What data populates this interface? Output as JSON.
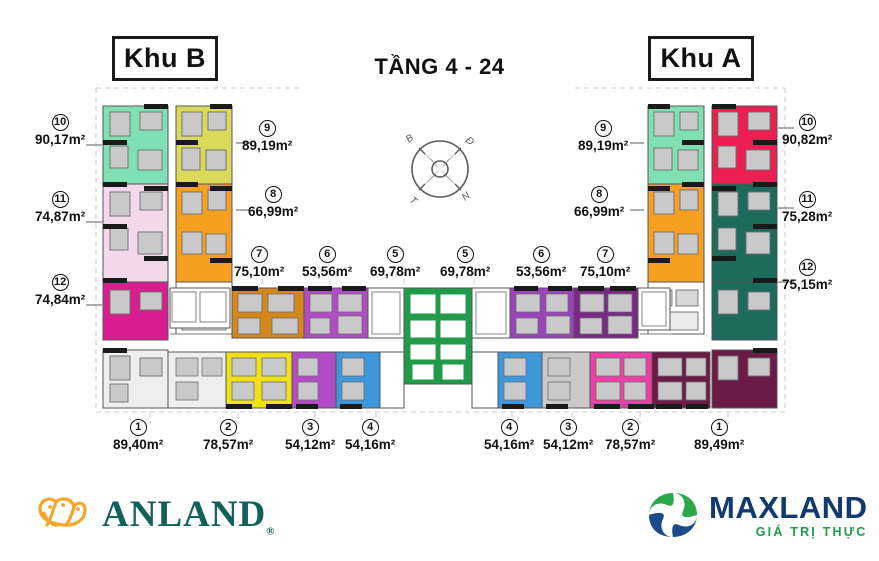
{
  "header": {
    "zone_b_label": "Khu B",
    "zone_a_label": "Khu A",
    "floor_title": "TẦNG 4 - 24"
  },
  "compass": {
    "name": "compass-rose",
    "north": "B",
    "east": "Đ",
    "south": "N",
    "west": "T"
  },
  "units": {
    "left_outer": [
      {
        "id": "10",
        "area": "90,17m²",
        "color": "#7fe0b4"
      },
      {
        "id": "11",
        "area": "74,87m²",
        "color": "#f2d8ea"
      },
      {
        "id": "12",
        "area": "74,84m²",
        "color": "#d81e8f"
      }
    ],
    "left_inner": [
      {
        "id": "9",
        "area": "89,19m²",
        "color": "#dbd95c"
      },
      {
        "id": "8",
        "area": "66,99m²",
        "color": "#f5a020"
      }
    ],
    "left_mid_row": [
      {
        "id": "7",
        "area": "75,10m²",
        "color": "#d4881c"
      },
      {
        "id": "6",
        "area": "53,56m²",
        "color": "#b24cc6"
      },
      {
        "id": "5",
        "area": "69,78m²",
        "color": "#1f9b4a"
      }
    ],
    "right_mid_row": [
      {
        "id": "5",
        "area": "69,78m²",
        "color": "#1f9b4a"
      },
      {
        "id": "6",
        "area": "53,56m²",
        "color": "#7a2a86"
      },
      {
        "id": "7",
        "area": "75,10m²",
        "color": "#5d1f5f"
      }
    ],
    "left_bottom_row": [
      {
        "id": "1",
        "area": "89,40m²",
        "color": "#f0e018"
      },
      {
        "id": "2",
        "area": "78,57m²",
        "color": "#b24cc6"
      },
      {
        "id": "3",
        "area": "54,12m²",
        "color": "#3d97d8"
      },
      {
        "id": "4",
        "area": "54,16m²",
        "color": "#3d97d8"
      }
    ],
    "right_bottom_row": [
      {
        "id": "4",
        "area": "54,16m²",
        "color": "#3d97d8"
      },
      {
        "id": "3",
        "area": "54,12m²",
        "color": "#c9c9c9"
      },
      {
        "id": "2",
        "area": "78,57m²",
        "color": "#ed3fa5"
      },
      {
        "id": "1",
        "area": "89,49m²",
        "color": "#6b1b47"
      }
    ],
    "right_inner": [
      {
        "id": "9",
        "area": "89,19m²",
        "color": "#7fe0b4"
      },
      {
        "id": "8",
        "area": "66,99m²",
        "color": "#f5a020"
      }
    ],
    "right_outer": [
      {
        "id": "10",
        "area": "90,82m²",
        "color": "#ec1f52"
      },
      {
        "id": "11",
        "area": "75,28m²",
        "color": "#1d6b5c"
      },
      {
        "id": "12",
        "area": "75,15m²",
        "color": "#1d6b5c"
      }
    ]
  },
  "logos": {
    "anland": {
      "name": "ANLAND",
      "registered": "®"
    },
    "maxland": {
      "name": "MAXLAND",
      "tagline": "GIÁ TRỊ THỰC"
    }
  }
}
